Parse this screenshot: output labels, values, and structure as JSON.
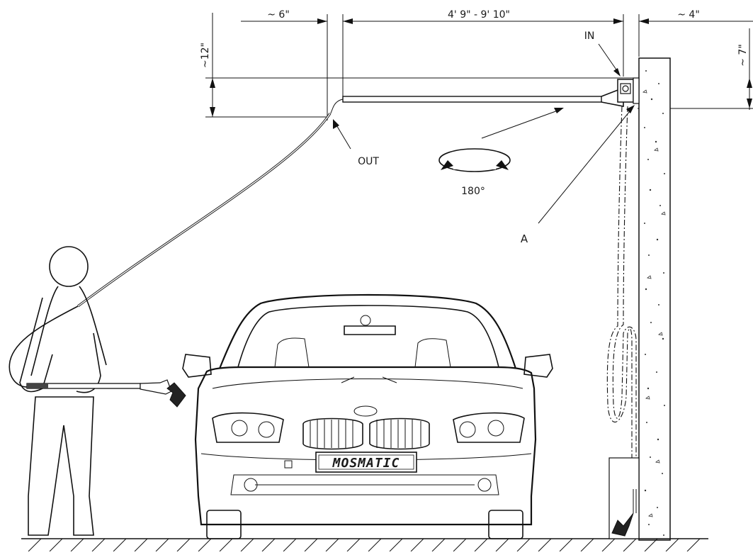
{
  "dimensions": {
    "left_overhang": "~ 6\"",
    "boom_length": "4' 9\" - 9' 10\"",
    "wall_offset": "~ 4\"",
    "height_left": "~12\"",
    "height_right": "~ 7\""
  },
  "labels": {
    "inlet": "IN",
    "outlet": "OUT",
    "rotation": "180°",
    "part_a": "A"
  },
  "license_plate": {
    "text": "MOSMATIC"
  },
  "colors": {
    "line": "#111111",
    "background": "#ffffff",
    "wall_fill": "#ffffff"
  }
}
